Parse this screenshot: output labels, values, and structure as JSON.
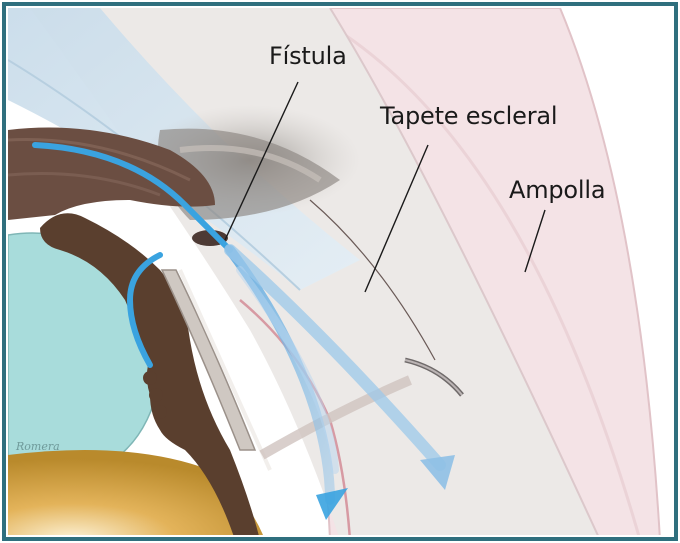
{
  "labels": {
    "fistula": "Fístula",
    "tapete_escleral": "Tapete escleral",
    "ampolla": "Ampolla"
  },
  "signature": "Romera",
  "colors": {
    "frame": "#2f6f7e",
    "cornea": "#d5e3ee",
    "iris": "#5a4035",
    "lens": "#a9dede",
    "ciliary_body": "#5b4030",
    "vitreous": "#d8a84a",
    "sclera": "#e9e6e3",
    "bleb": "#f6e6e8",
    "flow_arrow": "#3aa3e0",
    "leader_line": "#1a1a1a"
  }
}
